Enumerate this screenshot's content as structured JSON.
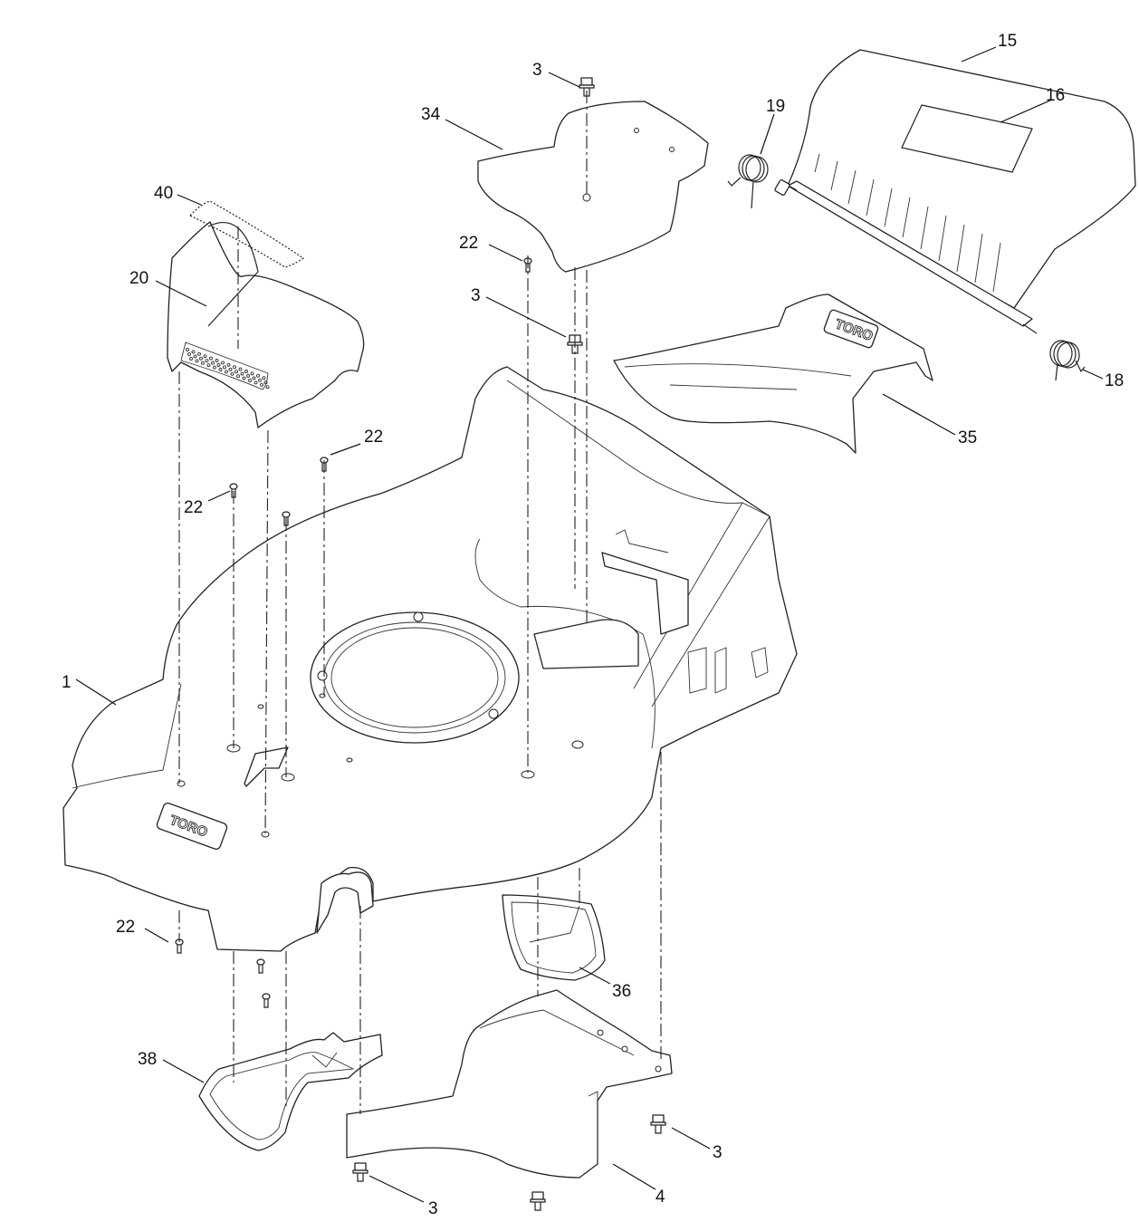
{
  "callouts": [
    {
      "key": "c15",
      "text": "15"
    },
    {
      "key": "c16",
      "text": "16"
    },
    {
      "key": "c19",
      "text": "19"
    },
    {
      "key": "c18",
      "text": "18"
    },
    {
      "key": "c35",
      "text": "35"
    },
    {
      "key": "c3a",
      "text": "3"
    },
    {
      "key": "c34",
      "text": "34"
    },
    {
      "key": "c3b",
      "text": "3"
    },
    {
      "key": "c22a",
      "text": "22"
    },
    {
      "key": "c40",
      "text": "40"
    },
    {
      "key": "c20",
      "text": "20"
    },
    {
      "key": "c22b",
      "text": "22"
    },
    {
      "key": "c22c",
      "text": "22"
    },
    {
      "key": "c1",
      "text": "1"
    },
    {
      "key": "c22d",
      "text": "22"
    },
    {
      "key": "c36",
      "text": "36"
    },
    {
      "key": "c38",
      "text": "38"
    },
    {
      "key": "c3c",
      "text": "3"
    },
    {
      "key": "c3d",
      "text": "3"
    },
    {
      "key": "c4",
      "text": "4"
    }
  ],
  "logos": {
    "deck": "TORO",
    "chute": "TORO"
  }
}
